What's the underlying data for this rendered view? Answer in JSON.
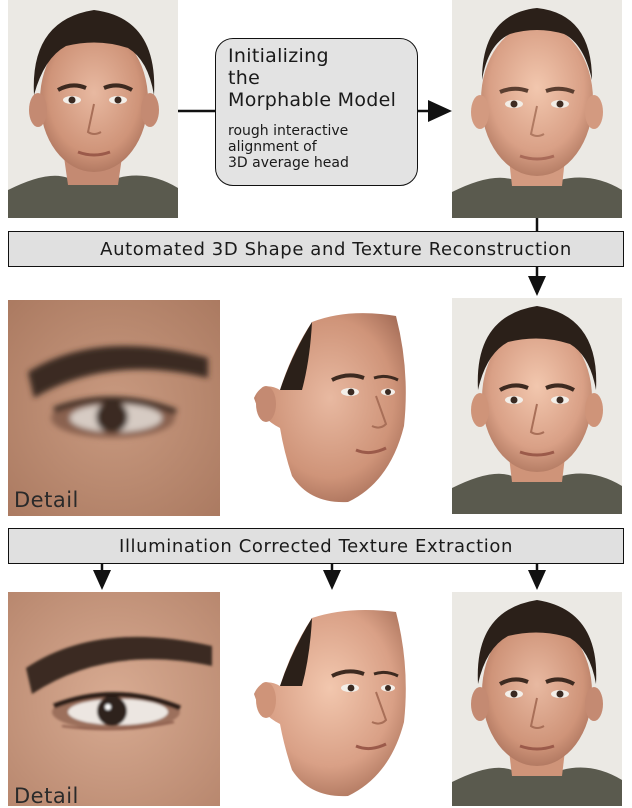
{
  "init_box": {
    "title": "Initializing\nthe\nMorphable Model",
    "subtitle": "rough interactive\nalignment of\n3D average head"
  },
  "banner_1": {
    "label": "Automated 3D Shape and Texture Reconstruction"
  },
  "banner_2": {
    "label": "Illumination Corrected Texture Extraction"
  },
  "detail_labels": [
    "Detail",
    "Detail"
  ],
  "colors": {
    "box_fill": "#e3e3e3",
    "banner_fill": "#e0e0e0",
    "line": "#111111",
    "skin": "#d9a48c",
    "hair": "#2b2019",
    "background_wall": "#e8e6e2"
  },
  "icons": [
    "arrow-right-icon",
    "arrow-down-icon"
  ]
}
